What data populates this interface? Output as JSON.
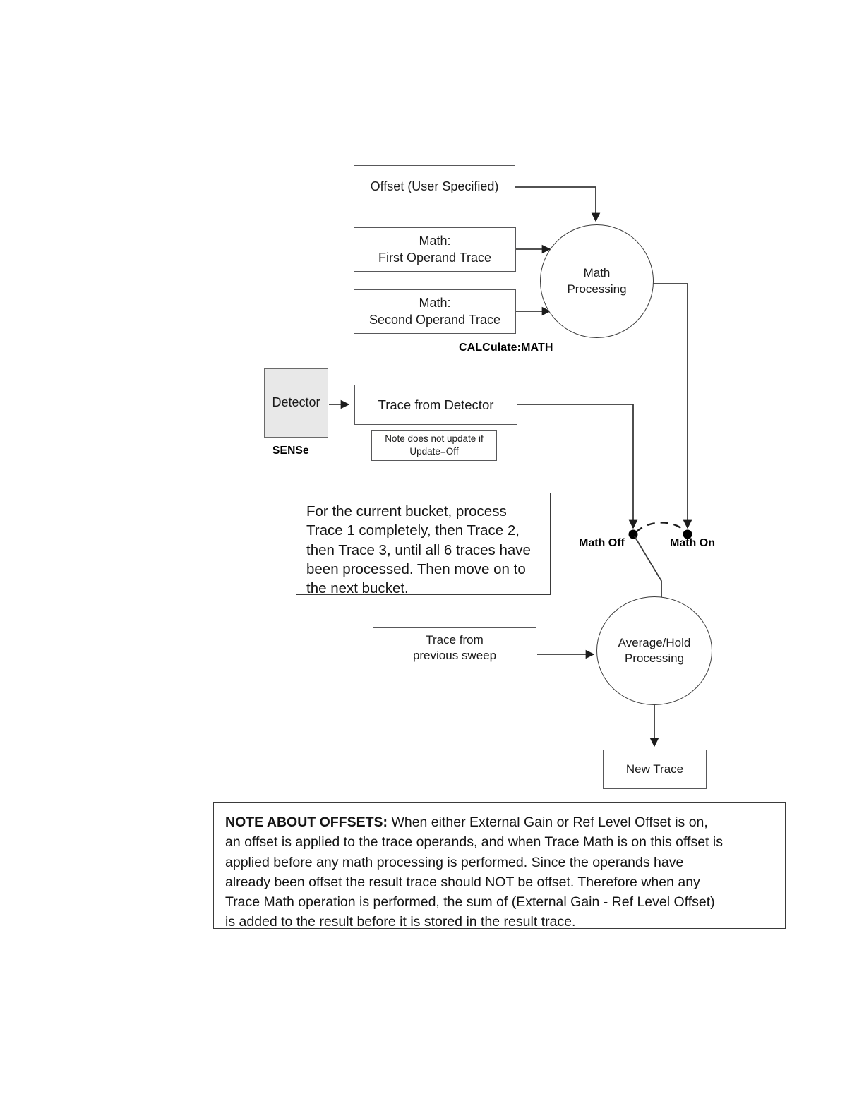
{
  "diagram": {
    "title": "Trace processing flow with math, offsets and average/hold",
    "nodes": {
      "offset_box": {
        "label": "Offset (User Specified)"
      },
      "first_operand_box": {
        "line1": "Math:",
        "line2": "First Operand Trace"
      },
      "second_operand_box": {
        "line1": "Math:",
        "line2": "Second Operand Trace"
      },
      "math_processing_circle": {
        "line1": "Math",
        "line2": "Processing"
      },
      "calculate_math_label": {
        "label": "CALCulate:MATH"
      },
      "detector_box": {
        "label": "Detector"
      },
      "sense_label": {
        "label": "SENSe"
      },
      "trace_from_detector_box": {
        "label": "Trace from Detector"
      },
      "update_note_box": {
        "line1": "Note does not update if",
        "line2": "Update=Off"
      },
      "bucket_note_box": {
        "line1": "For the current bucket, process",
        "line2": "Trace 1 completely, then Trace 2,",
        "line3": "then Trace 3, until all 6 traces have",
        "line4": "been processed.  Then move on to",
        "line5": "the next bucket."
      },
      "math_off_label": {
        "label": "Math Off"
      },
      "math_on_label": {
        "label": "Math On"
      },
      "previous_sweep_box": {
        "line1": "Trace from",
        "line2": "previous sweep"
      },
      "average_hold_circle": {
        "line1": "Average/Hold",
        "line2": "Processing"
      },
      "new_trace_box": {
        "label": "New Trace"
      }
    },
    "offsets_note": {
      "heading": "NOTE ABOUT OFFSETS:",
      "line1": " When either External Gain or Ref Level Offset is on,",
      "line2": "an offset is applied to the trace operands, and when Trace Math is on this offset is",
      "line3": "applied before any math processing is performed. Since the operands have",
      "line4": "already been offset the result trace should NOT be offset.  Therefore when any",
      "line5": "Trace Math operation is performed, the sum of (External Gain - Ref Level Offset)",
      "line6": "is added to the result before it is stored in the result trace."
    },
    "colors": {
      "line": "#3a3a3a",
      "box_border": "#58585a",
      "shaded_fill": "#e8e8e8",
      "text": "#1a1a1a",
      "page_background": "#ffffff"
    }
  }
}
